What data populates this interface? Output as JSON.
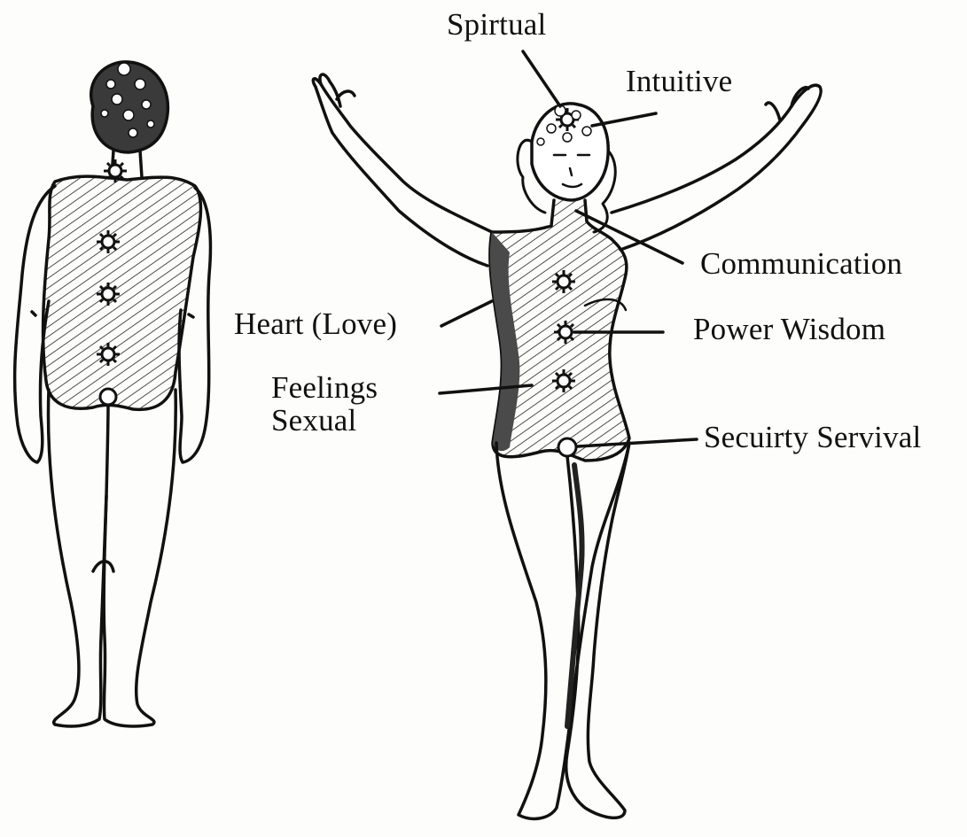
{
  "diagram": {
    "labels": {
      "spiritual": "Spirtual",
      "intuitive": "Intuitive",
      "communication": "Communication",
      "heart": "Heart (Love)",
      "power": "Power Wisdom",
      "feelings_line1": "Feelings",
      "feelings_line2": "Sexual",
      "security": "Secuirty Servival"
    },
    "colors": {
      "ink": "#111111",
      "paper": "#fdfdfb",
      "shade": "#5a5a5a"
    }
  }
}
